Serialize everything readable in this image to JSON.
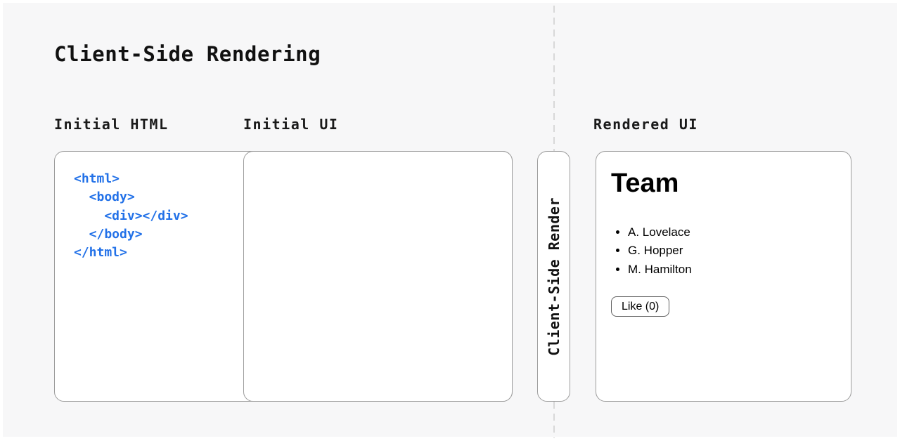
{
  "title": "Client-Side Rendering",
  "labels": {
    "initial_html": "Initial HTML",
    "initial_ui": "Initial UI",
    "rendered_ui": "Rendered UI"
  },
  "code": {
    "lines": [
      "<html>",
      "  <body>",
      "    <div></div>",
      "  </body>",
      "</html>"
    ]
  },
  "pipeline": {
    "step_label": "Client-Side Render"
  },
  "rendered_ui": {
    "heading": "Team",
    "members": [
      "A. Lovelace",
      "G. Hopper",
      "M. Hamilton"
    ],
    "like_button": "Like (0)"
  },
  "colors": {
    "canvas_background": "#f7f7f8",
    "panel_border": "#9c9c9c",
    "dashed_line": "#d8d8d8",
    "code_blue": "#2271e8",
    "text": "#111111"
  }
}
